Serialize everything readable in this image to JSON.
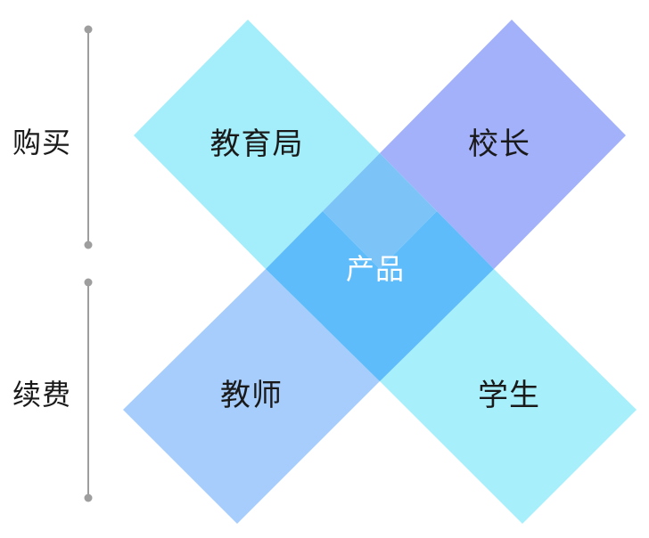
{
  "side_labels": {
    "purchase": "购买",
    "renewal": "续费"
  },
  "quadrants": {
    "top_left": "教育局",
    "top_right": "校长",
    "bottom_left": "教师",
    "bottom_right": "学生"
  },
  "center": "产品",
  "colors": {
    "diamond_top_left": "#a4eefb",
    "diamond_top_right": "#a3b1fb",
    "diamond_bottom_left": "#a6cdfb",
    "diamond_bottom_right": "#a8effc",
    "center_overlap": "#5fbcfb",
    "top_overlap": "#7cc4f7",
    "bottom_overlap": "#7fc6fa",
    "timeline": "#9e9e9e",
    "text": "#1a1a1a",
    "center_text": "#ffffff"
  }
}
